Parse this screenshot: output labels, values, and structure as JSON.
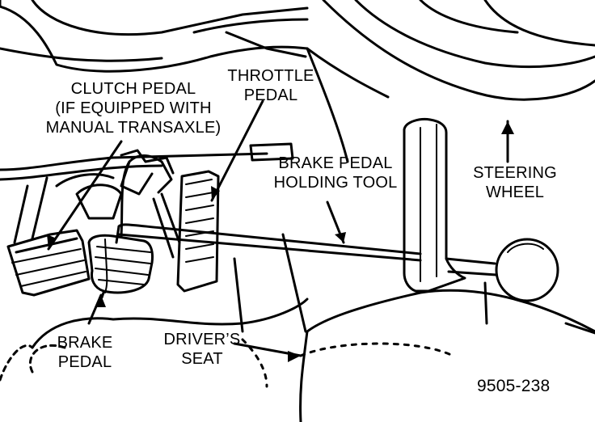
{
  "labels": {
    "clutch_pedal": [
      "CLUTCH PEDAL",
      "(IF EQUIPPED WITH",
      "MANUAL TRANSAXLE)"
    ],
    "throttle_pedal": [
      "THROTTLE",
      "PEDAL"
    ],
    "brake_pedal_holding_tool": [
      "BRAKE PEDAL",
      "HOLDING TOOL"
    ],
    "steering_wheel": [
      "STEERING",
      "WHEEL"
    ],
    "brake_pedal": [
      "BRAKE",
      "PEDAL"
    ],
    "drivers_seat": [
      "DRIVER’S",
      "SEAT"
    ]
  },
  "figure_number": "9505-238"
}
